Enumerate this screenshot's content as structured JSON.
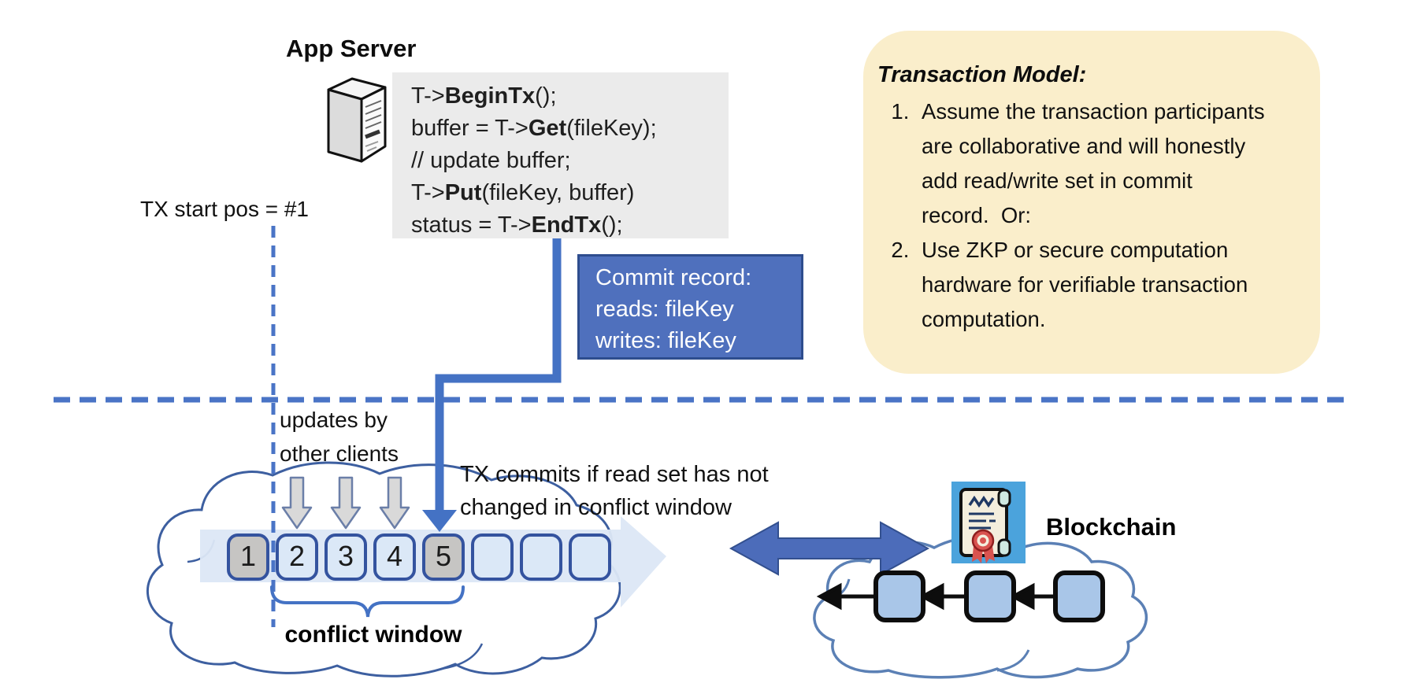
{
  "colors": {
    "accent_blue": "#4472c4",
    "dark_blue_border": "#2e4d8e",
    "commit_box_fill": "#4f70bd",
    "note_yellow": "#faeecb",
    "code_box_gray": "#ebebeb",
    "block_gray": "#c6c5c3",
    "block_light_blue": "#dbe8f7",
    "band_light_blue": "#dce7f5",
    "chain_block_fill": "#a9c6e8",
    "icon_sky_blue": "#4ba3dc",
    "seal_red": "#d9534f"
  },
  "app_server": {
    "title": "App Server"
  },
  "code_block": {
    "lines": [
      [
        "T->",
        "BeginTx",
        "();"
      ],
      [
        "buffer = T->",
        "Get",
        "(fileKey);"
      ],
      [
        "// update buffer;",
        "",
        ""
      ],
      [
        "T->",
        "Put",
        "(fileKey, buffer)"
      ],
      [
        "status = T->",
        "EndTx",
        "();"
      ]
    ]
  },
  "tx_start": {
    "label": "TX start pos = #1"
  },
  "commit_record": {
    "title": "Commit record:",
    "reads": "reads: fileKey",
    "writes": "writes: fileKey"
  },
  "transaction_model": {
    "title": "Transaction Model:",
    "items": [
      "Assume the transaction participants are collaborative and will honestly add read/write set in commit record.  Or:",
      "Use ZKP or secure computation hardware for verifiable transaction computation."
    ]
  },
  "conflict_area": {
    "updates_label": [
      "updates by",
      "other clients"
    ],
    "commit_note": [
      "TX commits if read set has not",
      "changed in conflict window"
    ],
    "conflict_window_label": "conflict window",
    "blocks": [
      "1",
      "2",
      "3",
      "4",
      "5",
      "",
      "",
      ""
    ]
  },
  "blockchain": {
    "label": "Blockchain"
  }
}
